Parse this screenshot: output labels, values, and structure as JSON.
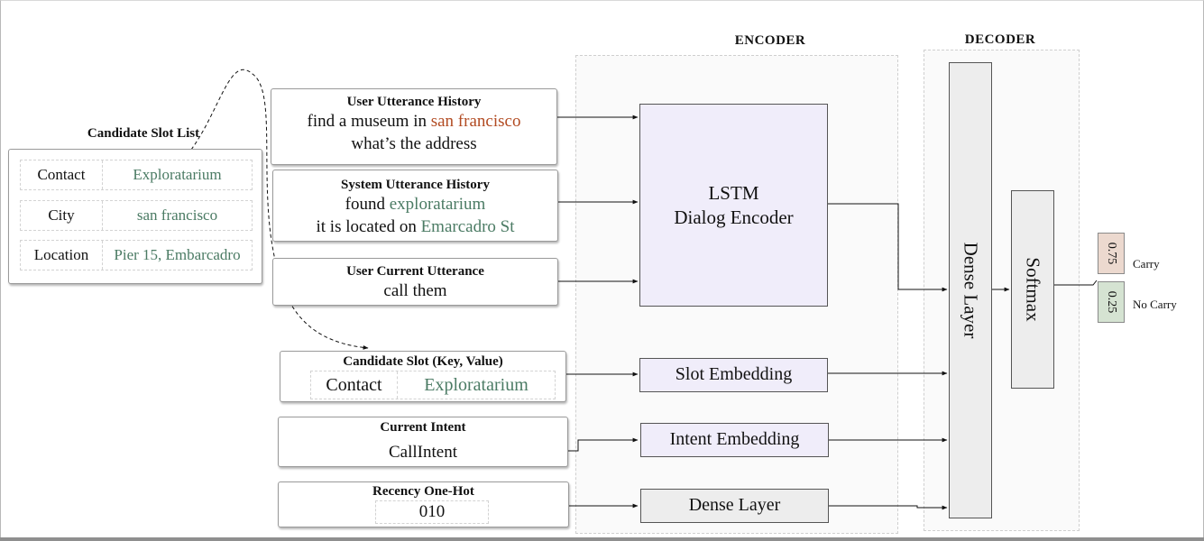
{
  "encoder": {
    "title": "ENCODER"
  },
  "decoder": {
    "title": "DECODER"
  },
  "candidate_slot_list": {
    "title": "Candidate Slot List",
    "rows": [
      {
        "key": "Contact",
        "value": "Exploratarium"
      },
      {
        "key": "City",
        "value": "san francisco"
      },
      {
        "key": "Location",
        "value": "Pier 15, Embarcadro"
      }
    ]
  },
  "user_history": {
    "title": "User Utterance History",
    "line1_prefix": "find a museum in ",
    "line1_highlight": "san francisco",
    "line2": "what’s the address"
  },
  "system_history": {
    "title": "System Utterance History",
    "line1_prefix": "found ",
    "line1_highlight": "exploratarium",
    "line2_prefix": "it is located on ",
    "line2_highlight": "Emarcadro St"
  },
  "current_utterance": {
    "title": "User Current Utterance",
    "text": "call them"
  },
  "candidate_slot": {
    "title": "Candidate Slot (Key, Value)",
    "key": "Contact",
    "value": "Exploratarium"
  },
  "current_intent": {
    "title": "Current Intent",
    "text": "CallIntent"
  },
  "recency": {
    "title": "Recency One-Hot",
    "text": "010"
  },
  "lstm": {
    "line1": "LSTM",
    "line2": "Dialog Encoder"
  },
  "slot_embedding": "Slot Embedding",
  "intent_embedding": "Intent Embedding",
  "encoder_dense": "Dense Layer",
  "decoder_dense": "Dense Layer",
  "softmax": "Softmax",
  "output": [
    {
      "value": "0.75",
      "label": "Carry",
      "color": "#ecd9cf"
    },
    {
      "value": "0.25",
      "label": "No Carry",
      "color": "#d5e3d2"
    }
  ],
  "colors": {
    "slot_value": "#4b7b64",
    "highlight_red": "#b24b22",
    "box_fill": "#f0edfa",
    "layer_fill": "#ededed"
  }
}
